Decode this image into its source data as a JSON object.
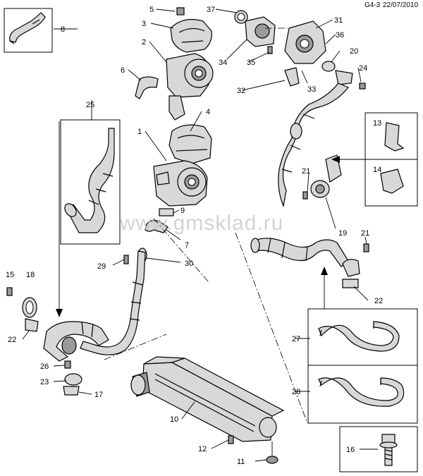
{
  "header": {
    "page_code": "G4-3",
    "date": "22/07/2010"
  },
  "watermark": "www.gmsklad.ru",
  "callouts": {
    "c1": "1",
    "c2": "2",
    "c3": "3",
    "c4": "4",
    "c5": "5",
    "c6": "6",
    "c7": "7",
    "c8": "8",
    "c9": "9",
    "c10": "10",
    "c11": "11",
    "c12": "12",
    "c13": "13",
    "c14": "14",
    "c15": "15",
    "c16": "16",
    "c17": "17",
    "c18": "18",
    "c19": "19",
    "c20": "20",
    "c21a": "21",
    "c21b": "21",
    "c22a": "22",
    "c22b": "22",
    "c23": "23",
    "c24": "24",
    "c25": "25",
    "c26": "26",
    "c27": "27",
    "c28": "28",
    "c29": "29",
    "c30": "30",
    "c31": "31",
    "c32": "32",
    "c33": "33",
    "c34": "34",
    "c35": "35",
    "c36": "36",
    "c37": "37"
  }
}
